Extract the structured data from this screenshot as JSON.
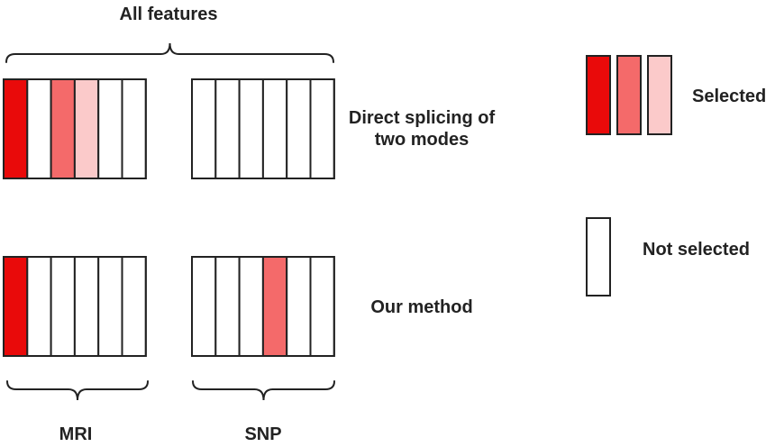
{
  "title": "All features",
  "colors": {
    "strong": "#E90A0A",
    "medium": "#F46A6A",
    "light": "#FBCACA",
    "none": "#FFFFFF",
    "stroke": "#222222"
  },
  "rows": [
    {
      "label_lines": [
        "Direct splicing of",
        "two modes"
      ],
      "groups": [
        {
          "name": "MRI",
          "cells": [
            "strong",
            "none",
            "medium",
            "light",
            "none",
            "none"
          ]
        },
        {
          "name": "SNP",
          "cells": [
            "none",
            "none",
            "none",
            "none",
            "none",
            "none"
          ]
        }
      ]
    },
    {
      "label_lines": [
        "Our method"
      ],
      "groups": [
        {
          "name": "MRI",
          "cells": [
            "strong",
            "none",
            "none",
            "none",
            "none",
            "none"
          ]
        },
        {
          "name": "SNP",
          "cells": [
            "none",
            "none",
            "none",
            "medium",
            "none",
            "none"
          ]
        }
      ]
    }
  ],
  "group_labels": [
    "MRI",
    "SNP"
  ],
  "legend": {
    "selected": {
      "label": "Selected",
      "swatches": [
        "strong",
        "medium",
        "light"
      ]
    },
    "not_selected": {
      "label": "Not selected",
      "swatches": [
        "none"
      ]
    }
  }
}
